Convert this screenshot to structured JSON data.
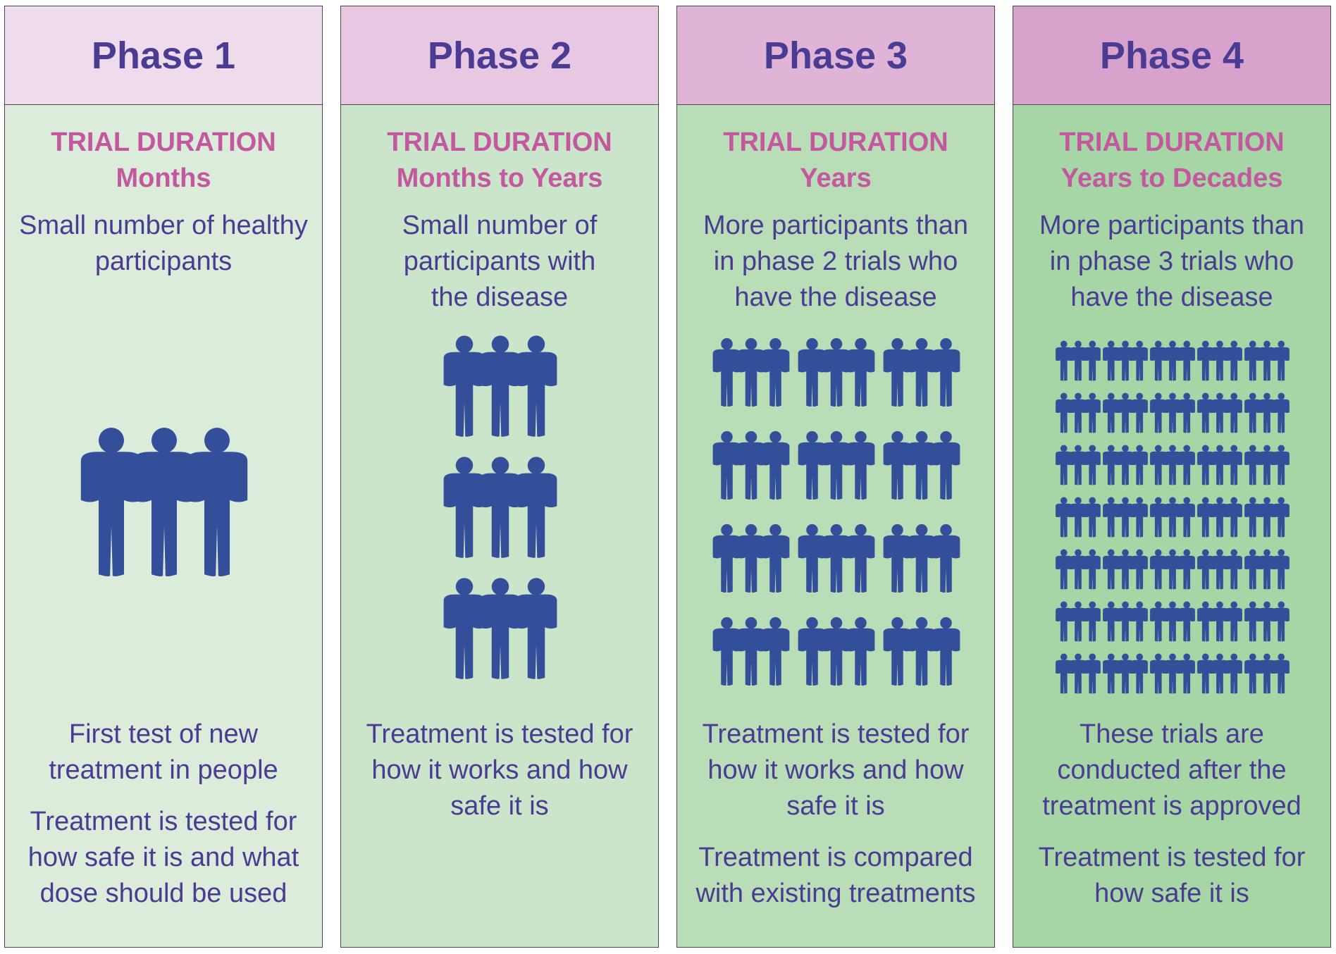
{
  "colors": {
    "people": "#344f99",
    "title": "#4a3b93",
    "duration": "#c4589f",
    "body_text": "#4a3b93",
    "header_backgrounds": [
      "#eedcec",
      "#e7c7e2",
      "#dfb4d6",
      "#d7a2cc"
    ],
    "body_backgrounds": [
      "#dbecda",
      "#cae5c9",
      "#b8ddb7",
      "#a6d5a6"
    ]
  },
  "icons": {
    "participant_group": "three-people-icon"
  },
  "phases": [
    {
      "title": "Phase 1",
      "duration_label": "TRIAL DURATION",
      "duration_value": "Months",
      "participants": [
        "Small number of healthy",
        "participants"
      ],
      "participant_groups": 1,
      "notes": [
        [
          "First test of new",
          "treatment in people"
        ],
        [
          "Treatment is tested for",
          "how safe it is and what",
          "dose should be used"
        ]
      ]
    },
    {
      "title": "Phase 2",
      "duration_label": "TRIAL DURATION",
      "duration_value": "Months to Years",
      "participants": [
        "Small number of",
        "participants with",
        "the disease"
      ],
      "participant_groups": 3,
      "notes": [
        [
          "Treatment is tested for",
          "how it works and how",
          "safe it is"
        ]
      ]
    },
    {
      "title": "Phase 3",
      "duration_label": "TRIAL DURATION",
      "duration_value": "Years",
      "participants": [
        "More participants than",
        "in phase 2 trials who",
        "have the disease"
      ],
      "participant_groups": 12,
      "notes": [
        [
          "Treatment is tested for",
          "how it works and how",
          "safe it is"
        ],
        [
          "Treatment is compared",
          "with existing treatments"
        ]
      ]
    },
    {
      "title": "Phase 4",
      "duration_label": "TRIAL DURATION",
      "duration_value": "Years to Decades",
      "participants": [
        "More participants than",
        "in phase 3 trials who",
        "have the disease"
      ],
      "participant_groups": 35,
      "notes": [
        [
          "These trials are",
          "conducted after the",
          "treatment is approved"
        ],
        [
          "Treatment is tested for",
          "how safe it is"
        ]
      ]
    }
  ]
}
